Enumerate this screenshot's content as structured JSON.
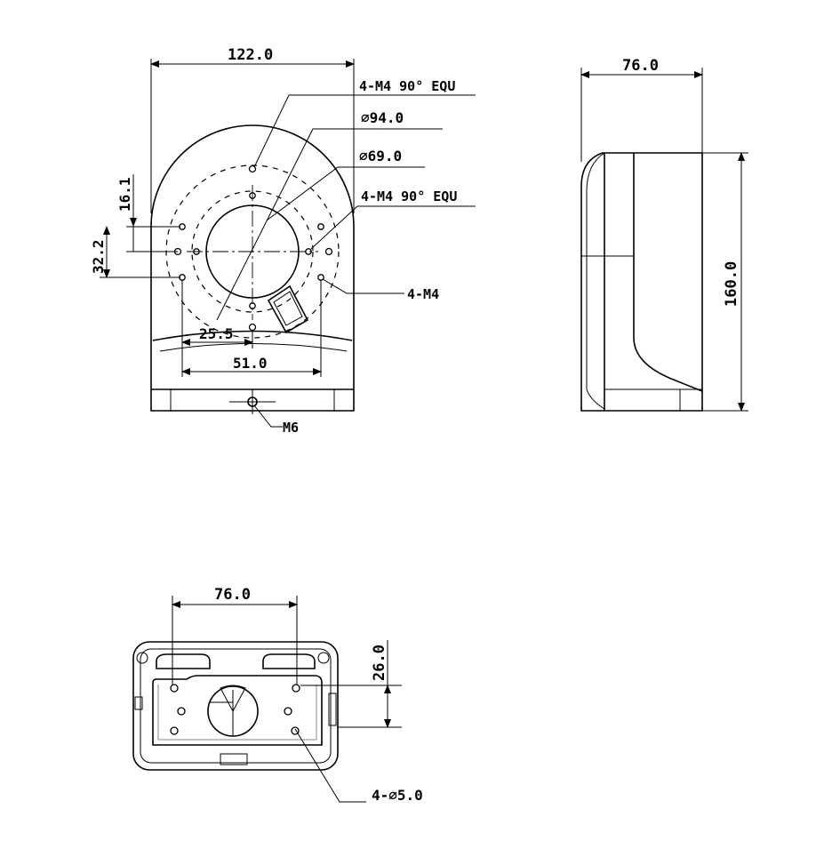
{
  "front_view": {
    "width_dim": "122.0",
    "holes_label_1": "4-M4 90° EQU",
    "dia_outer": "∅94.0",
    "dia_inner": "∅69.0",
    "holes_label_2": "4-M4 90° EQU",
    "dim_16": "16.1",
    "dim_32": "32.2",
    "holes_label_3": "4-M4",
    "dim_25": "25.5",
    "dim_51": "51.0",
    "screw_label": "M6"
  },
  "side_view": {
    "depth_dim": "76.0",
    "height_dim": "160.0"
  },
  "bottom_view": {
    "width_dim": "76.0",
    "offset_dim": "26.0",
    "holes_label": "4-∅5.0"
  }
}
